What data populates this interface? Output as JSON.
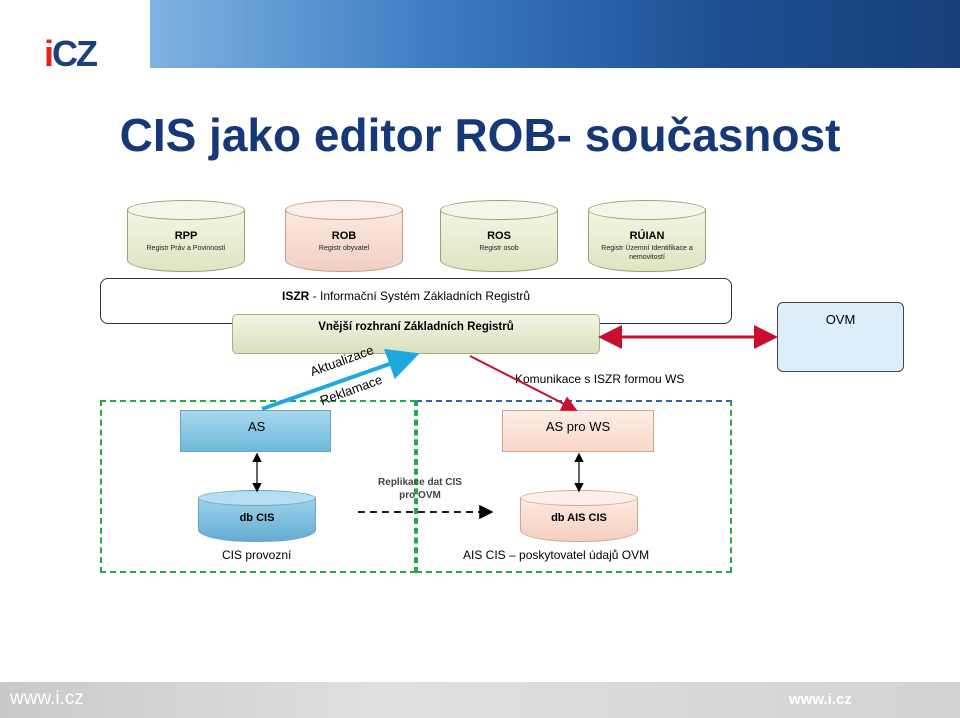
{
  "header": {
    "logo_i": "i",
    "logo_cz": "CZ",
    "title": "CIS jako editor ROB- současnost"
  },
  "registries": [
    {
      "name": "RPP",
      "desc": "Registr Práv a Povinností"
    },
    {
      "name": "ROB",
      "desc": "Registr obyvatel"
    },
    {
      "name": "ROS",
      "desc": "Registr osob"
    },
    {
      "name": "RÚIAN",
      "desc": "Registr Územní Identifikace a nemovitostí"
    }
  ],
  "iszr": {
    "abbr": "ISZR",
    "label": " - Informační Systém Základních Registrů",
    "vnejsi": "Vnější rozhraní Základních Registrů"
  },
  "ovm": {
    "label": "OVM"
  },
  "arrows": {
    "aktualizace": "Aktualizace",
    "reklamace": "Reklamace",
    "komunikace": "Komunikace s ISZR formou WS"
  },
  "cis_group": {
    "as_label": "AS",
    "db_label": "db CIS",
    "caption": "CIS provozní"
  },
  "ais_group": {
    "as_label": "AS pro WS",
    "db_label": "db AIS CIS",
    "caption": "AIS CIS – poskytovatel údajů OVM"
  },
  "replikace": {
    "line1": "Replikace dat CIS",
    "line2": "pro OVM"
  },
  "footer": {
    "left": "www.i.cz",
    "right": "www.i.cz"
  },
  "colors": {
    "title": "#163876",
    "logo_red": "#e2231a",
    "logo_blue": "#1d3f7e",
    "red_arrow": "#c8102e",
    "blue_arrow": "#1ea8e0",
    "green_dash": "#22a84b"
  }
}
